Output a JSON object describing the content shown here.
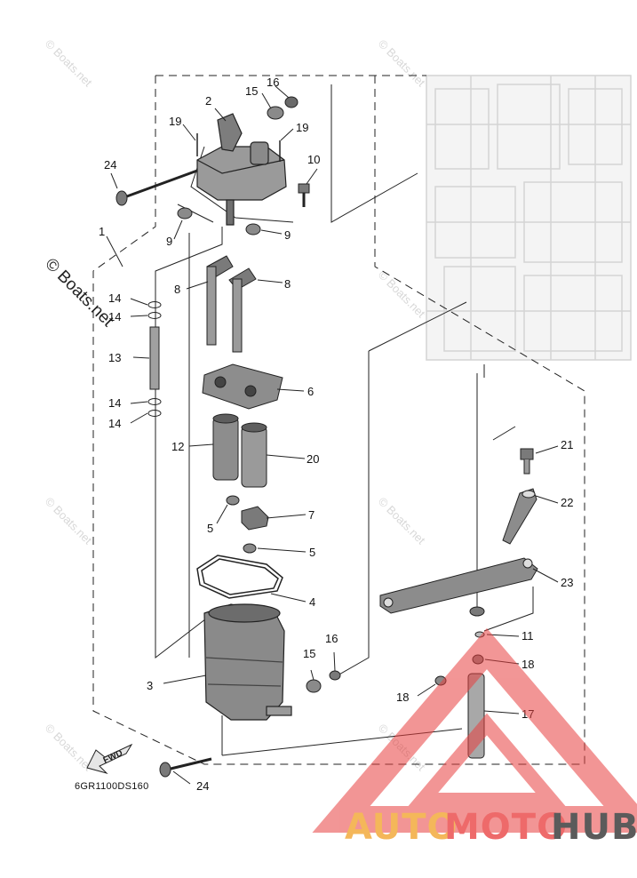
{
  "diagram": {
    "part_code": "6GR1100DS160",
    "direction_arrow": "FWD",
    "watermark_text": "© Boats.net",
    "side_watermark": "© Boats.net",
    "callouts": {
      "c1": "1",
      "c2": "2",
      "c3": "3",
      "c4": "4",
      "c5a": "5",
      "c5b": "5",
      "c6": "6",
      "c7": "7",
      "c8a": "8",
      "c8b": "8",
      "c9a": "9",
      "c9b": "9",
      "c10": "10",
      "c11": "11",
      "c12": "12",
      "c13": "13",
      "c14a": "14",
      "c14b": "14",
      "c14c": "14",
      "c14d": "14",
      "c15a": "15",
      "c15b": "15",
      "c16a": "16",
      "c16b": "16",
      "c17": "17",
      "c18a": "18",
      "c18b": "18",
      "c19a": "19",
      "c19b": "19",
      "c20": "20",
      "c21": "21",
      "c22": "22",
      "c23": "23",
      "c24a": "24",
      "c24b": "24"
    }
  },
  "logo": {
    "part1": "AUTO",
    "part2": "MOTO",
    "part3": "HUB",
    "colors": {
      "auto": "#f4b75a",
      "moto": "#ee6a6a",
      "hub": "#5b5b5b",
      "triangle": "#e8403f"
    }
  }
}
